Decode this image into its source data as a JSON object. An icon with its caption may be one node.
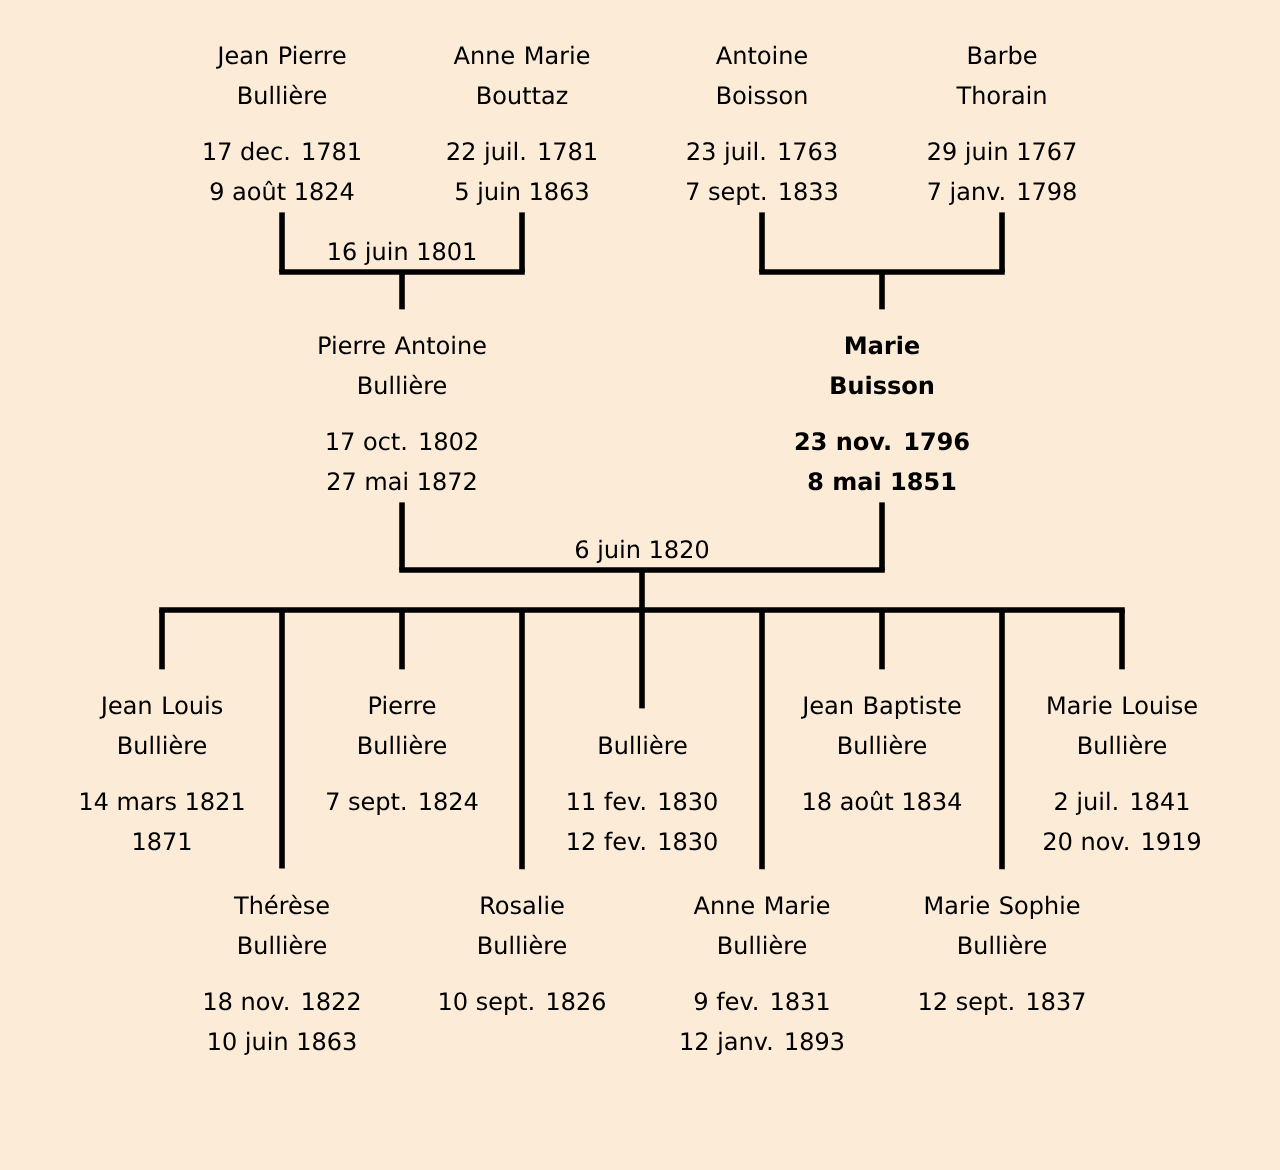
{
  "diagram": {
    "nodes": [
      {
        "text": [
          "Jean Pierre Bullière",
          "17 dec. 1781",
          "9 août 1824"
        ]
      },
      {
        "text": [
          "Anne Marie Bouttaz",
          "22 juil. 1781",
          "5 juin 1863"
        ]
      },
      {
        "text": [
          "Antoine Boisson",
          "23 juil. 1763",
          "7 sept. 1833"
        ]
      },
      {
        "text": [
          "Barbe Thorain",
          "29 juin 1767",
          "7 janv. 1798"
        ]
      },
      {
        "text": [
          "Pierre Antoine Bullière",
          "17 oct. 1802",
          "27 mai 1872"
        ]
      },
      {
        "text": [
          "Marie Buisson",
          "23 nov. 1796",
          "8 mai 1851"
        ]
      },
      {
        "text": [
          "Jean Louis Bullière",
          "14 mars 1821",
          "1871"
        ]
      },
      {
        "text": [
          "Pierre Bullière",
          "7 sept. 1824"
        ]
      },
      {
        "text": [
          "Bullière",
          "11 fev. 1830",
          "12 fev. 1830"
        ]
      },
      {
        "text": [
          "Jean Baptiste Bullière",
          "18 août 1834"
        ]
      },
      {
        "text": [
          "Marie Louise Bullière",
          "2 juil. 1841",
          "20 nov. 1919"
        ]
      },
      {
        "text": [
          "Thérèse Bullière",
          "18 nov. 1822",
          "10 juin 1863"
        ]
      },
      {
        "text": [
          "Rosalie Bullière",
          "10 sept. 1826"
        ]
      },
      {
        "text": [
          "Anne Marie Bullière",
          "9 fev. 1831",
          "12 janv. 1893"
        ]
      },
      {
        "text": [
          "Marie Sophie Bullière",
          "12 sept. 1837"
        ]
      }
    ],
    "edges": [
      {
        "from": 0,
        "to": 4,
        "arrow": "none",
        "label": "16 juin 1801"
      },
      {
        "from": 1,
        "to": 4,
        "arrow": "none"
      },
      {
        "from": 2,
        "to": 5,
        "arrow": "none"
      },
      {
        "from": 3,
        "to": 5,
        "arrow": "none"
      },
      {
        "from": 4,
        "to": 6,
        "arrow": "none",
        "label": "6 juin 1820"
      },
      {
        "from": 5,
        "to": 6,
        "arrow": "none"
      },
      {
        "from": 4,
        "to": 7,
        "arrow": "none"
      },
      {
        "from": 5,
        "to": 7,
        "arrow": "none"
      },
      {
        "from": 4,
        "to": 8,
        "arrow": "none"
      },
      {
        "from": 5,
        "to": 8,
        "arrow": "none"
      },
      {
        "from": 4,
        "to": 9,
        "arrow": "none"
      },
      {
        "from": 5,
        "to": 9,
        "arrow": "none"
      },
      {
        "from": 4,
        "to": 10,
        "arrow": "none"
      },
      {
        "from": 5,
        "to": 10,
        "arrow": "none"
      },
      {
        "from": 4,
        "to": 11,
        "arrow": "none"
      },
      {
        "from": 5,
        "to": 11,
        "arrow": "none"
      },
      {
        "from": 4,
        "to": 12,
        "arrow": "none"
      },
      {
        "from": 5,
        "to": 12,
        "arrow": "none"
      },
      {
        "from": 4,
        "to": 13,
        "arrow": "none"
      },
      {
        "from": 5,
        "to": 13,
        "arrow": "none"
      },
      {
        "from": 4,
        "to": 14,
        "arrow": "none"
      },
      {
        "from": 5,
        "to": 14,
        "arrow": "none"
      }
    ]
  }
}
